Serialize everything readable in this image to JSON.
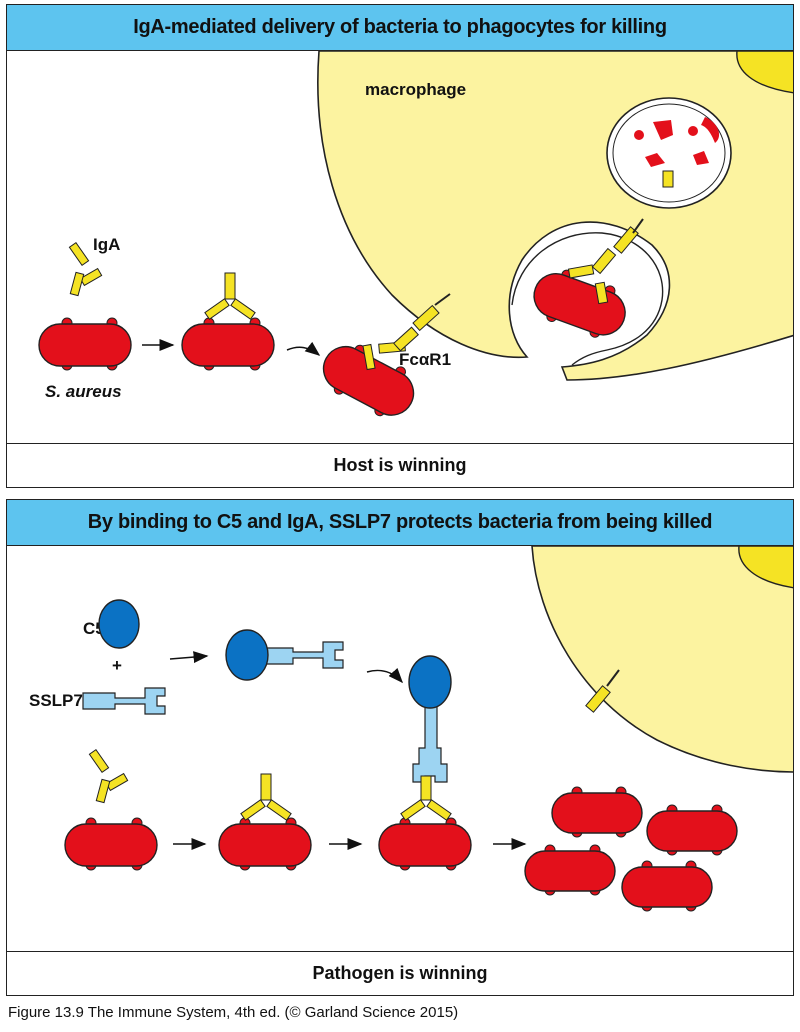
{
  "top_panel": {
    "title": "IgA-mediated delivery of bacteria to phagocytes for killing",
    "footer": "Host is winning",
    "labels": {
      "macrophage": "macrophage",
      "iga": "IgA",
      "s_aureus": "S. aureus",
      "receptor": "FcαR1"
    }
  },
  "bottom_panel": {
    "title": "By binding to C5 and IgA, SSLP7 protects bacteria from being killed",
    "footer": "Pathogen is winning",
    "labels": {
      "c5": "C5",
      "plus": "+",
      "sslp7": "SSLP7"
    }
  },
  "caption": "Figure 13.9 The Immune System, 4th ed. (© Garland Science 2015)",
  "colors": {
    "header": "#5dc4ef",
    "macrophage": "#fcf3a0",
    "bacterium": "#e3101b",
    "antibody": "#f5e324",
    "c5": "#0b72c4",
    "sslp7": "#9dd4f2"
  }
}
